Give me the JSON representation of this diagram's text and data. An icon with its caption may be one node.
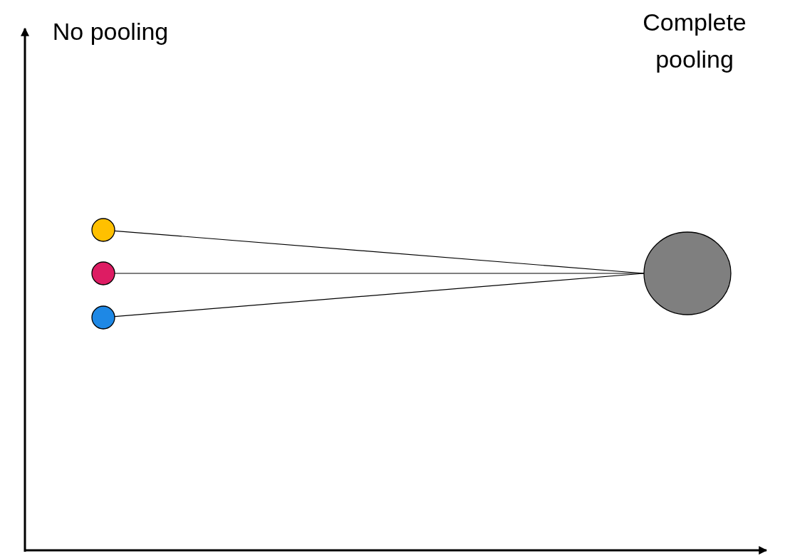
{
  "diagram": {
    "nodes": [
      {
        "text": [],
        "shape": "circle"
      },
      {
        "text": [],
        "shape": "circle"
      },
      {
        "text": [],
        "shape": "circle"
      },
      {
        "text": [],
        "shape": "circle"
      }
    ],
    "edges": [
      {
        "from": 0,
        "to": 3,
        "arrow": "none"
      },
      {
        "from": 1,
        "to": 3,
        "arrow": "none"
      },
      {
        "from": 2,
        "to": 3,
        "arrow": "none"
      }
    ],
    "labels": [
      "No pooling",
      "Complete pooling"
    ]
  }
}
